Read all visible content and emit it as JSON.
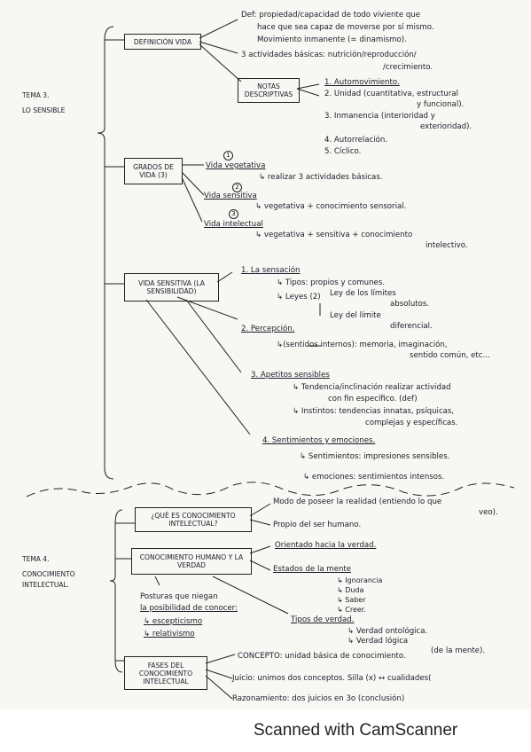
{
  "tema3": {
    "title": "TEMA 3.",
    "subtitle": "LO SENSIBLE",
    "definicion": {
      "box": "DEFINICIÓN VIDA",
      "def_lines": [
        "Def: propiedad/capacidad de todo viviente que",
        "hace que sea capaz de moverse por sí mismo.",
        "Movimiento inmanente (= dinamismo)."
      ],
      "actividades_lines": [
        "3 actividades básicas: nutrición/reproducción/",
        "/crecimiento."
      ],
      "notas_box": "NOTAS DESCRIPTIVAS",
      "notas": [
        "1. Automovimiento.",
        "2. Unidad (cuantitativa, estructural",
        "y funcional).",
        "3. Inmanencia (interioridad y",
        "exterioridad).",
        "4. Autorrelación.",
        "5. Cíclico."
      ]
    },
    "grados": {
      "box": "GRADOS DE VIDA (3)",
      "markers": [
        "1",
        "2",
        "3"
      ],
      "items": [
        "Vida vegetativa",
        "↳ realizar 3 actividades básicas.",
        "Vida sensitiva",
        "↳ vegetativa + conocimiento sensorial.",
        "Vida intelectual",
        "↳ vegetativa + sensitiva + conocimiento",
        "intelectivo."
      ]
    },
    "sensitiva": {
      "box": "VIDA SENSITIVA (LA SENSIBILIDAD)",
      "items": [
        "1. La sensación",
        "↳ Tipos: propios y comunes.",
        "↳ Leyes (2)",
        "Ley de los límites",
        "absolutos.",
        "Ley del límite",
        "diferencial.",
        "2. Percepción.",
        "↳(sentidos internos): memoria, imaginación,",
        "sentido común, etc...",
        "3. Apetitos sensibles",
        "↳ Tendencia/inclinación realizar actividad",
        "con fin específico. (def)",
        "↳ Instintos: tendencias innatas, psíquicas,",
        "complejas y específicas.",
        "4. Sentimientos y emociones.",
        "↳ Sentimientos: impresiones sensibles.",
        "↳ emociones: sentimientos intensos."
      ]
    }
  },
  "tema4": {
    "title": "TEMA 4.",
    "subtitle_lines": [
      "CONOCIMIENTO",
      "INTELECTUAL."
    ],
    "que_es": {
      "box": "¿QUÉ ES CONOCIMIENTO INTELECTUAL?",
      "items": [
        "Modo de poseer la realidad (entiendo lo que",
        "veo).",
        "Propio del ser humano."
      ]
    },
    "humano": {
      "box": "CONOCIMIENTO HUMANO Y LA VERDAD",
      "items": [
        "Orientado hacia la verdad.",
        "Estados de la mente",
        "↳ Ignorancia",
        "↳ Duda",
        "↳ Saber",
        "↳ Creer.",
        "Posturas que niegan",
        "la posibilidad de conocer:",
        "↳ escepticismo",
        "↳ relativismo",
        "Tipos de verdad.",
        "↳ Verdad ontológica.",
        "↳ Verdad lógica",
        "(de la mente)."
      ]
    },
    "fases": {
      "box": "FASES DEL CONOCIMIENTO INTELECTUAL",
      "items": [
        "CONCEPTO: unidad básica de conocimiento.",
        "Juicio: unimos dos conceptos. Silla (x) ↔ cualidades(",
        "Razonamiento: dos juicios en 3o (conclusión)"
      ]
    }
  },
  "footer": "Scanned with CamScanner",
  "colors": {
    "ink": "#1d1d2b",
    "paper": "#f7f7f3",
    "background": "#ffffff"
  }
}
